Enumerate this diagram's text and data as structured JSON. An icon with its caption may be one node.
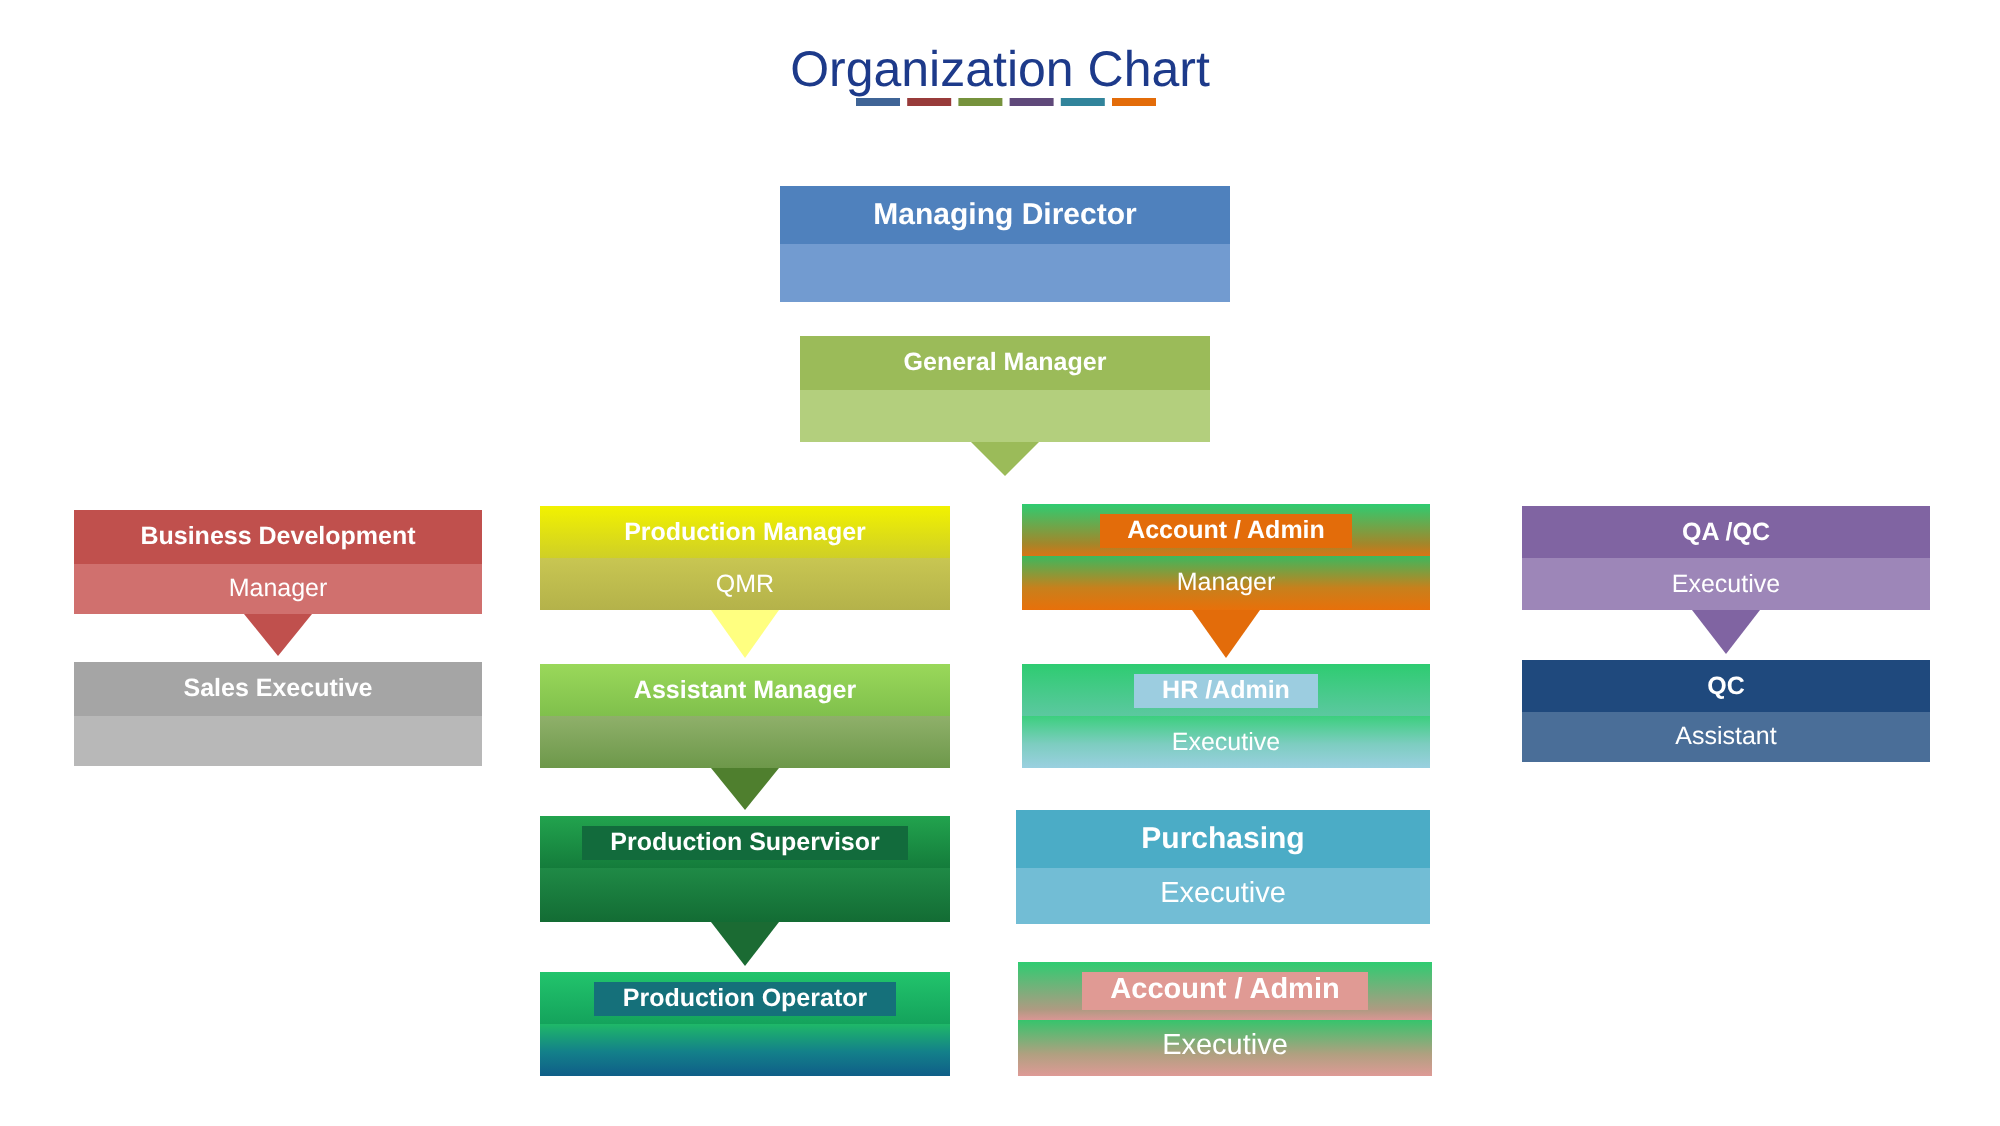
{
  "diagram": {
    "title": "Organization Chart",
    "nodes": [
      {
        "text": [
          "Managing Director"
        ]
      },
      {
        "text": [
          "General Manager"
        ]
      },
      {
        "text": [
          "Business Development",
          "Manager"
        ]
      },
      {
        "text": [
          "Sales Executive"
        ]
      },
      {
        "text": [
          "Production Manager",
          "QMR"
        ]
      },
      {
        "text": [
          "Assistant Manager"
        ]
      },
      {
        "text": [
          "Production Supervisor"
        ]
      },
      {
        "text": [
          "Production Operator"
        ]
      },
      {
        "text": [
          "Account / Admin",
          "Manager"
        ]
      },
      {
        "text": [
          "HR /Admin",
          "Executive"
        ]
      },
      {
        "text": [
          "Purchasing",
          "Executive"
        ]
      },
      {
        "text": [
          "Account / Admin",
          "Executive"
        ]
      },
      {
        "text": [
          "QA /QC",
          "Executive"
        ]
      },
      {
        "text": [
          "QC",
          "Assistant"
        ]
      }
    ],
    "edges": [
      {
        "from": 1,
        "to": null,
        "arrow": "to",
        "color": "#9bbb59"
      },
      {
        "from": 2,
        "to": 3,
        "arrow": "to",
        "color": "#c0504d"
      },
      {
        "from": 4,
        "to": 5,
        "arrow": "to",
        "color": "#ffff80"
      },
      {
        "from": 5,
        "to": 6,
        "arrow": "to",
        "color": "#4f7f2e"
      },
      {
        "from": 6,
        "to": 7,
        "arrow": "to",
        "color": "#1b6b33"
      },
      {
        "from": 8,
        "to": 9,
        "arrow": "to",
        "color": "#e36c0a"
      },
      {
        "from": 12,
        "to": 13,
        "arrow": "to",
        "color": "#8064a2"
      }
    ]
  }
}
